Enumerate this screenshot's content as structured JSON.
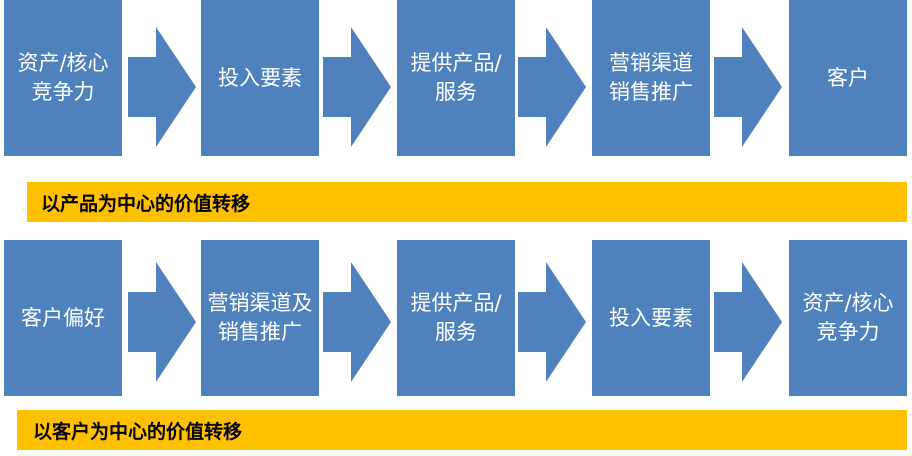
{
  "colors": {
    "box": "#4f81bd",
    "arrow": "#4f81bd",
    "banner": "#ffc000",
    "text_on_box": "#ffffff",
    "banner_text": "#000000"
  },
  "rows": [
    {
      "steps": [
        "资产/核心\n竞争力",
        "投入要素",
        "提供产品/\n服务",
        "营销渠道\n销售推广",
        "客户"
      ],
      "banner": "以产品为中心的价值转移"
    },
    {
      "steps": [
        "客户偏好",
        "营销渠道及\n销售推广",
        "提供产品/\n服务",
        "投入要素",
        "资产/核心\n竞争力"
      ],
      "banner": "以客户为中心的价值转移"
    }
  ]
}
